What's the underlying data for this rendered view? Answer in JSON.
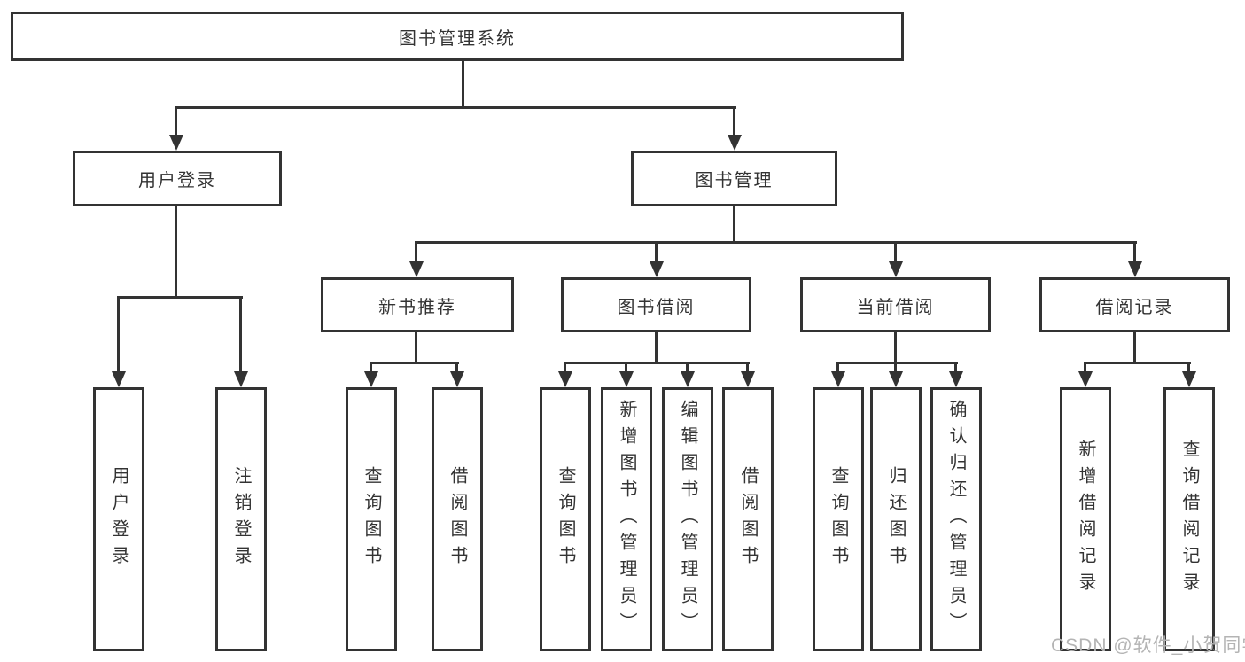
{
  "tree": {
    "root": "图书管理系统",
    "level2": [
      "用户登录",
      "图书管理"
    ],
    "level3": [
      "新书推荐",
      "图书借阅",
      "当前借阅",
      "借阅记录"
    ],
    "leaves": {
      "user_login": [
        "用户登录",
        "注销登录"
      ],
      "new_book": [
        "查询图书",
        "借阅图书"
      ],
      "book_borrow": [
        "查询图书",
        "新增图书（管理员）",
        "编辑图书（管理员）",
        "借阅图书"
      ],
      "current_borrow": [
        "查询图书",
        "归还图书",
        "确认归还（管理员）"
      ],
      "borrow_record": [
        "新增借阅记录",
        "查询借阅记录"
      ]
    }
  },
  "watermark": {
    "text": "CSDN @软件_小贺同学"
  },
  "colors": {
    "line": "#333333",
    "text": "#333333",
    "box_fill": "#ffffff",
    "background": "#ffffff",
    "watermark": "#b4b4b4"
  }
}
